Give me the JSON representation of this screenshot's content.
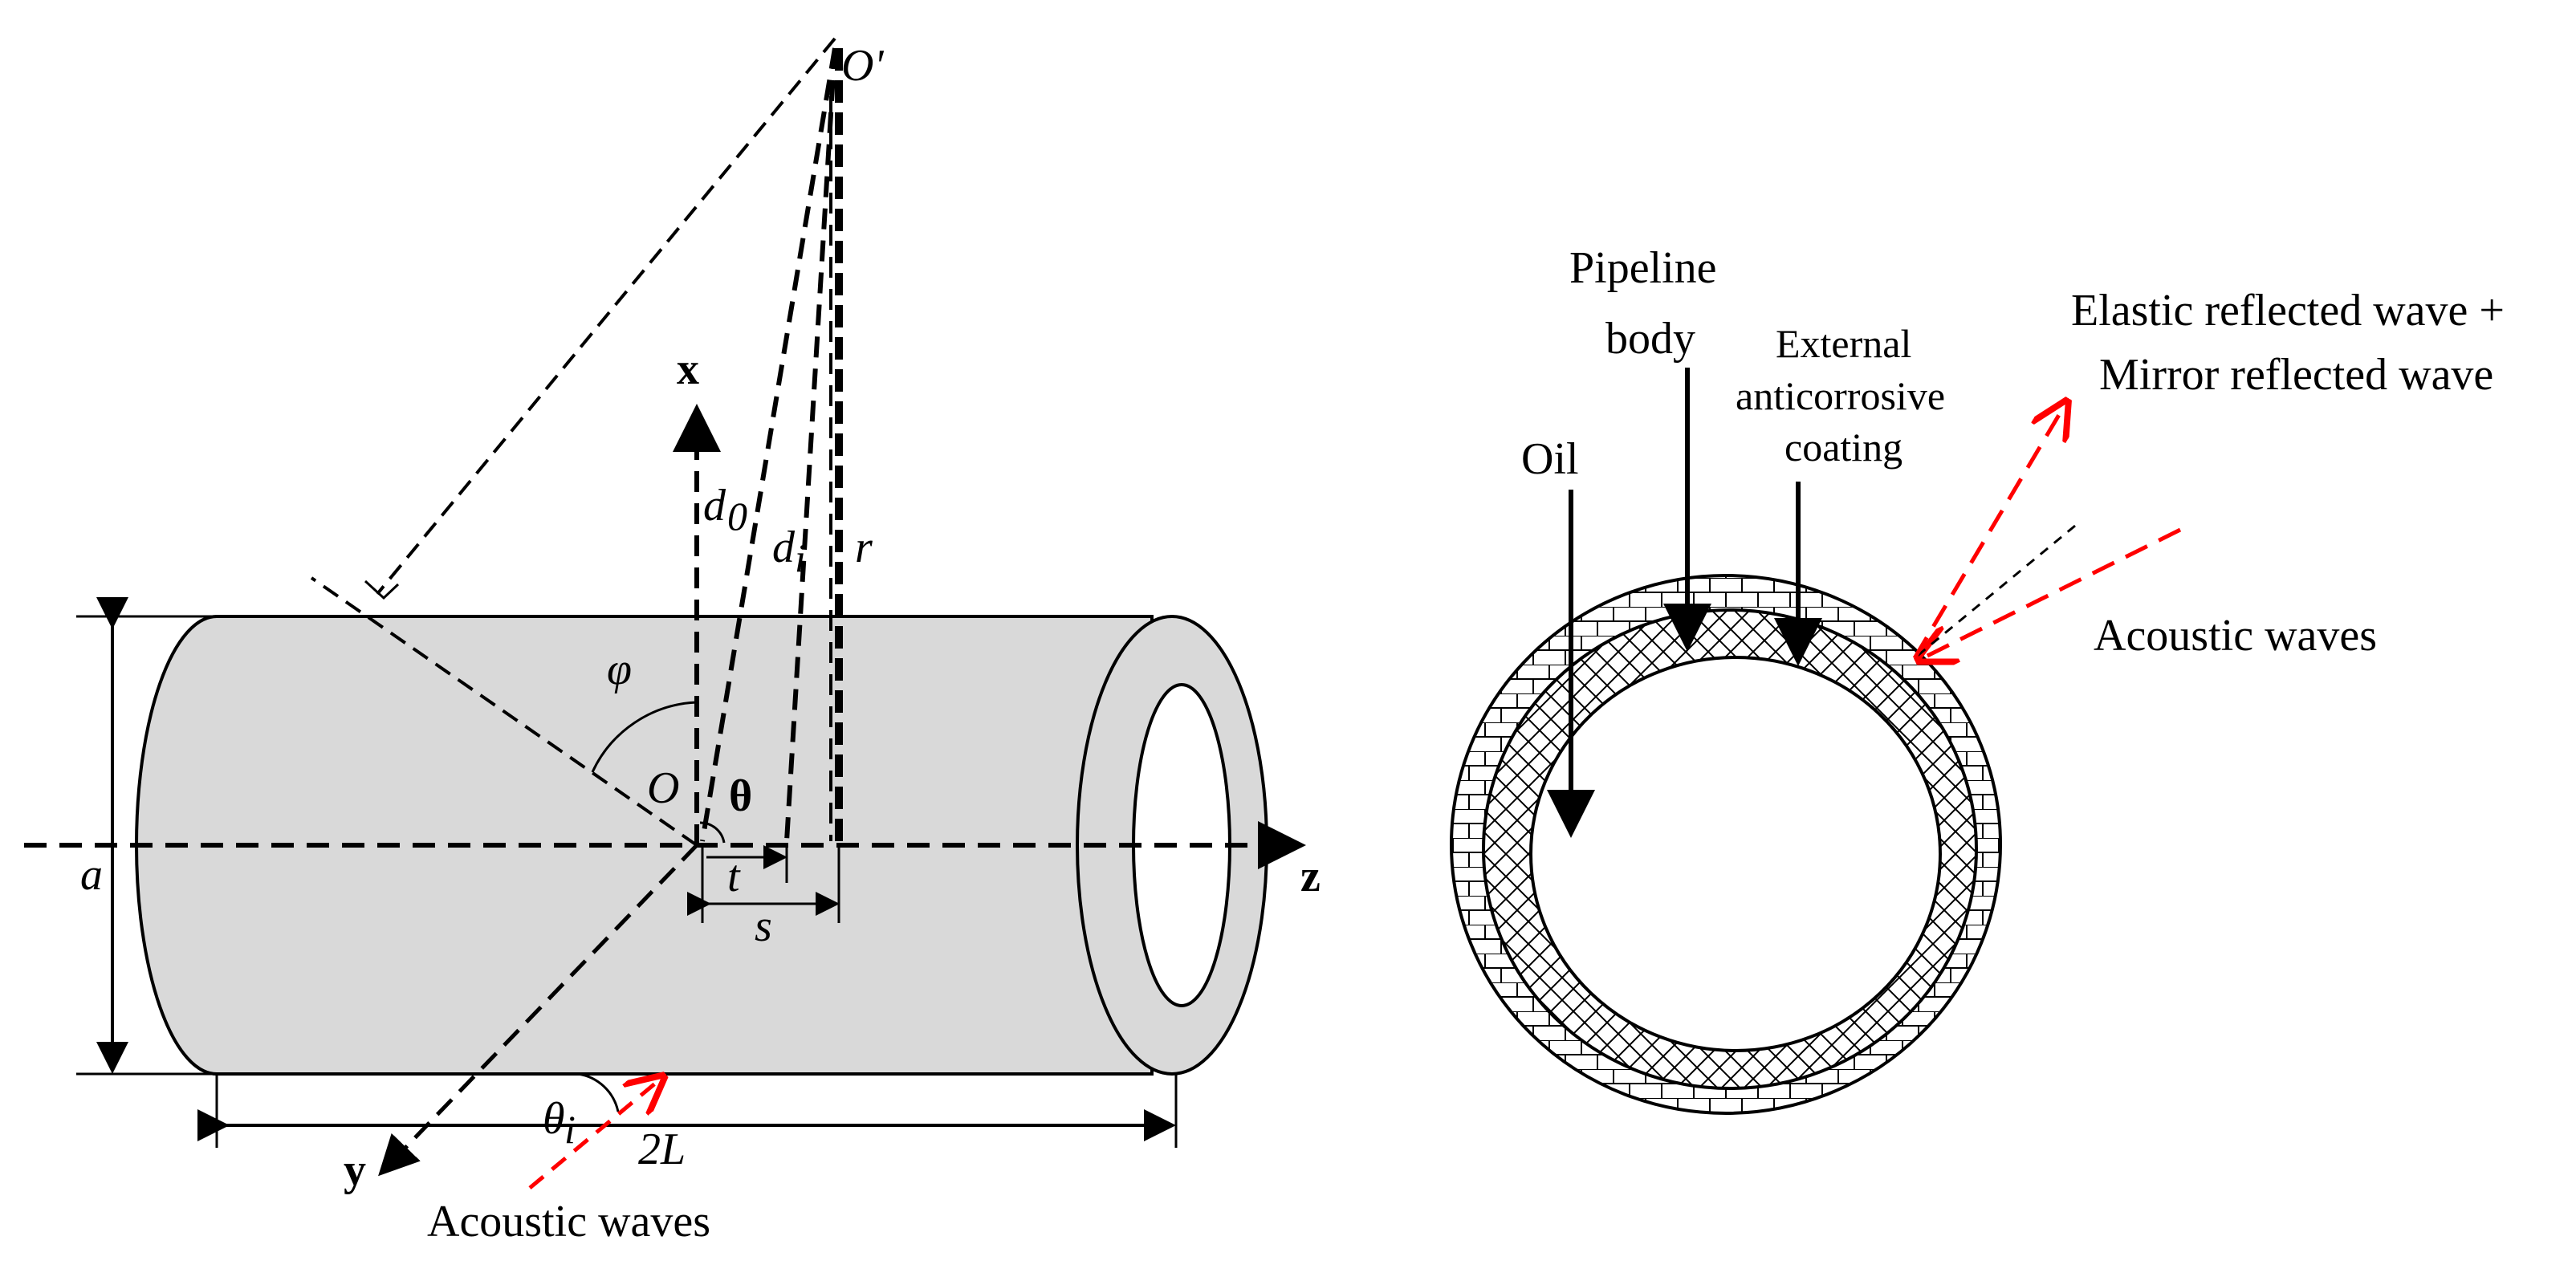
{
  "left_diagram": {
    "point_O_prime": "Oʹ",
    "point_O": "O",
    "axis_x": "x",
    "axis_y": "y",
    "axis_z": "z",
    "label_d0": "d",
    "label_d0_sub": "0",
    "label_di": "d",
    "label_di_sub": "i",
    "label_r": "r",
    "label_phi": "φ",
    "label_theta": "θ",
    "label_t": "t",
    "label_s": "s",
    "label_a": "a",
    "label_theta_i": "θ",
    "label_theta_i_sub": "i",
    "label_2L": "2L",
    "acoustic_waves": "Acoustic waves"
  },
  "right_diagram": {
    "pipeline_body_line1": "Pipeline",
    "pipeline_body_line2": "body",
    "external_line1": "External",
    "external_line2": "anticorrosive",
    "external_line3": "coating",
    "oil": "Oil",
    "reflected_line1": "Elastic reflected wave +",
    "reflected_line2": "Mirror reflected wave",
    "acoustic_waves": "Acoustic waves"
  },
  "colors": {
    "pipe_fill": "#d9d9d9",
    "stroke": "#000000",
    "wave_red": "#ff0000"
  }
}
